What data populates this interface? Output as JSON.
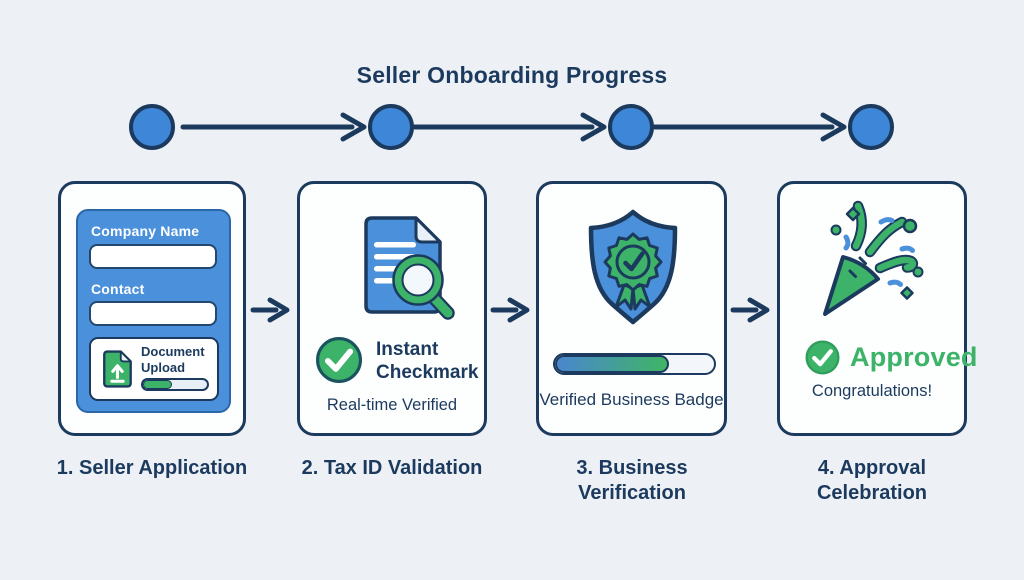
{
  "title": "Seller Onboarding Progress",
  "colors": {
    "background": "#edf1f6",
    "navy": "#1c3a5e",
    "node_blue": "#3e86d8",
    "panel_blue": "#4a90da",
    "green": "#3cb368",
    "card_bg": "#fdfefe"
  },
  "timeline": {
    "node_count": 4
  },
  "steps": [
    {
      "label": "1. Seller Application",
      "card": {
        "fields": [
          {
            "label": "Company Name",
            "value": ""
          },
          {
            "label": "Contact",
            "value": ""
          }
        ],
        "upload": {
          "title": "Document Upload",
          "progress_percent": 46
        }
      }
    },
    {
      "label": "2. Tax ID Validation",
      "card": {
        "heading": "Instant Checkmark",
        "subtext": "Real-time Verified"
      }
    },
    {
      "label": "3. Business Verification",
      "card": {
        "caption": "Verified Business Badge",
        "progress_percent": 72
      }
    },
    {
      "label": "4. Approval Celebration",
      "card": {
        "status": "Approved",
        "subtext": "Congratulations!"
      }
    }
  ]
}
